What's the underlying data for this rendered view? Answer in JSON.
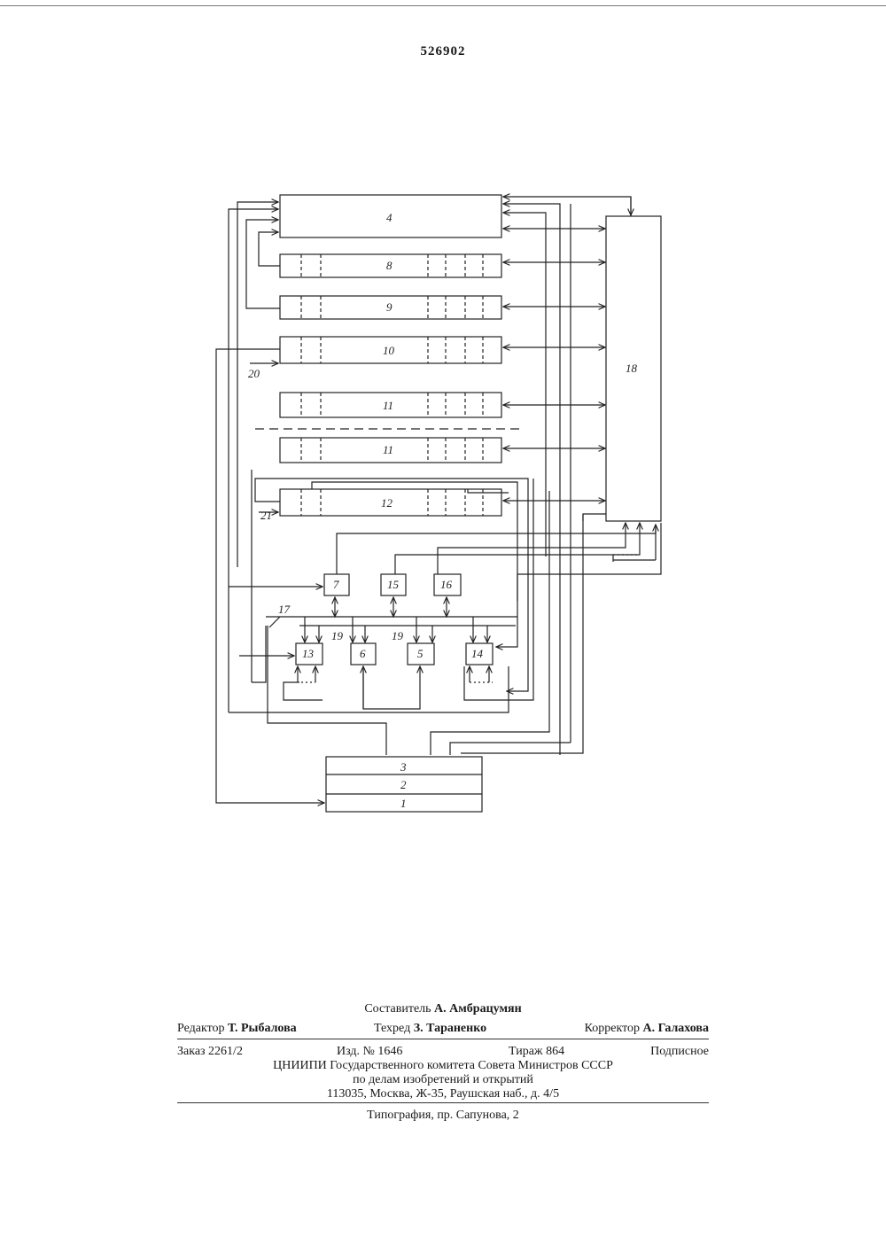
{
  "header": {
    "patent_number": "526902"
  },
  "diagram": {
    "block_labels": {
      "b4": "4",
      "b8": "8",
      "b9": "9",
      "b10": "10",
      "b11a": "11",
      "b11b": "11",
      "b12": "12",
      "b18": "18",
      "b7": "7",
      "b15": "15",
      "b16": "16",
      "b13": "13",
      "b6": "6",
      "b5": "5",
      "b14": "14",
      "b3": "3",
      "b2": "2",
      "b1": "1"
    },
    "line_labels": {
      "l20": "20",
      "l21": "21",
      "l17": "17",
      "l19a": "19",
      "l19b": "19"
    }
  },
  "imprint": {
    "compiler_label": "Составитель",
    "compiler_name": "А. Амбрацумян",
    "editor_label": "Редактор",
    "editor_name": "Т. Рыбалова",
    "techred_label": "Техред",
    "techred_name": "З. Тараненко",
    "corrector_label": "Корректор",
    "corrector_name": "А. Галахова",
    "order": "Заказ 2261/2",
    "edition": "Изд. № 1646",
    "circulation": "Тираж 864",
    "subscription": "Подписное",
    "org_line1": "ЦНИИПИ Государственного комитета Совета Министров СССР",
    "org_line2": "по делам изобретений и открытий",
    "address": "113035, Москва, Ж-35, Раушская наб., д. 4/5",
    "printer": "Типография, пр. Сапунова, 2"
  }
}
